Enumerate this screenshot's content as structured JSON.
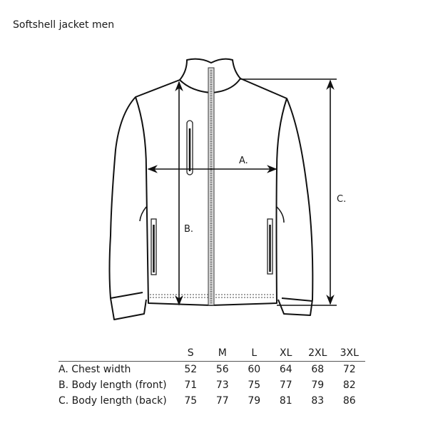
{
  "title": "Softshell jacket men",
  "diagram": {
    "labels": {
      "a": "A.",
      "b": "B.",
      "c": "C."
    }
  },
  "size_table": {
    "sizes": [
      "S",
      "M",
      "L",
      "XL",
      "2XL",
      "3XL"
    ],
    "rows": [
      {
        "label": "A.  Chest width",
        "values": [
          "52",
          "56",
          "60",
          "64",
          "68",
          "72"
        ]
      },
      {
        "label": "B.  Body length (front)",
        "values": [
          "71",
          "73",
          "75",
          "77",
          "79",
          "82"
        ]
      },
      {
        "label": "C.  Body length (back)",
        "values": [
          "75",
          "77",
          "79",
          "81",
          "83",
          "86"
        ]
      }
    ]
  }
}
